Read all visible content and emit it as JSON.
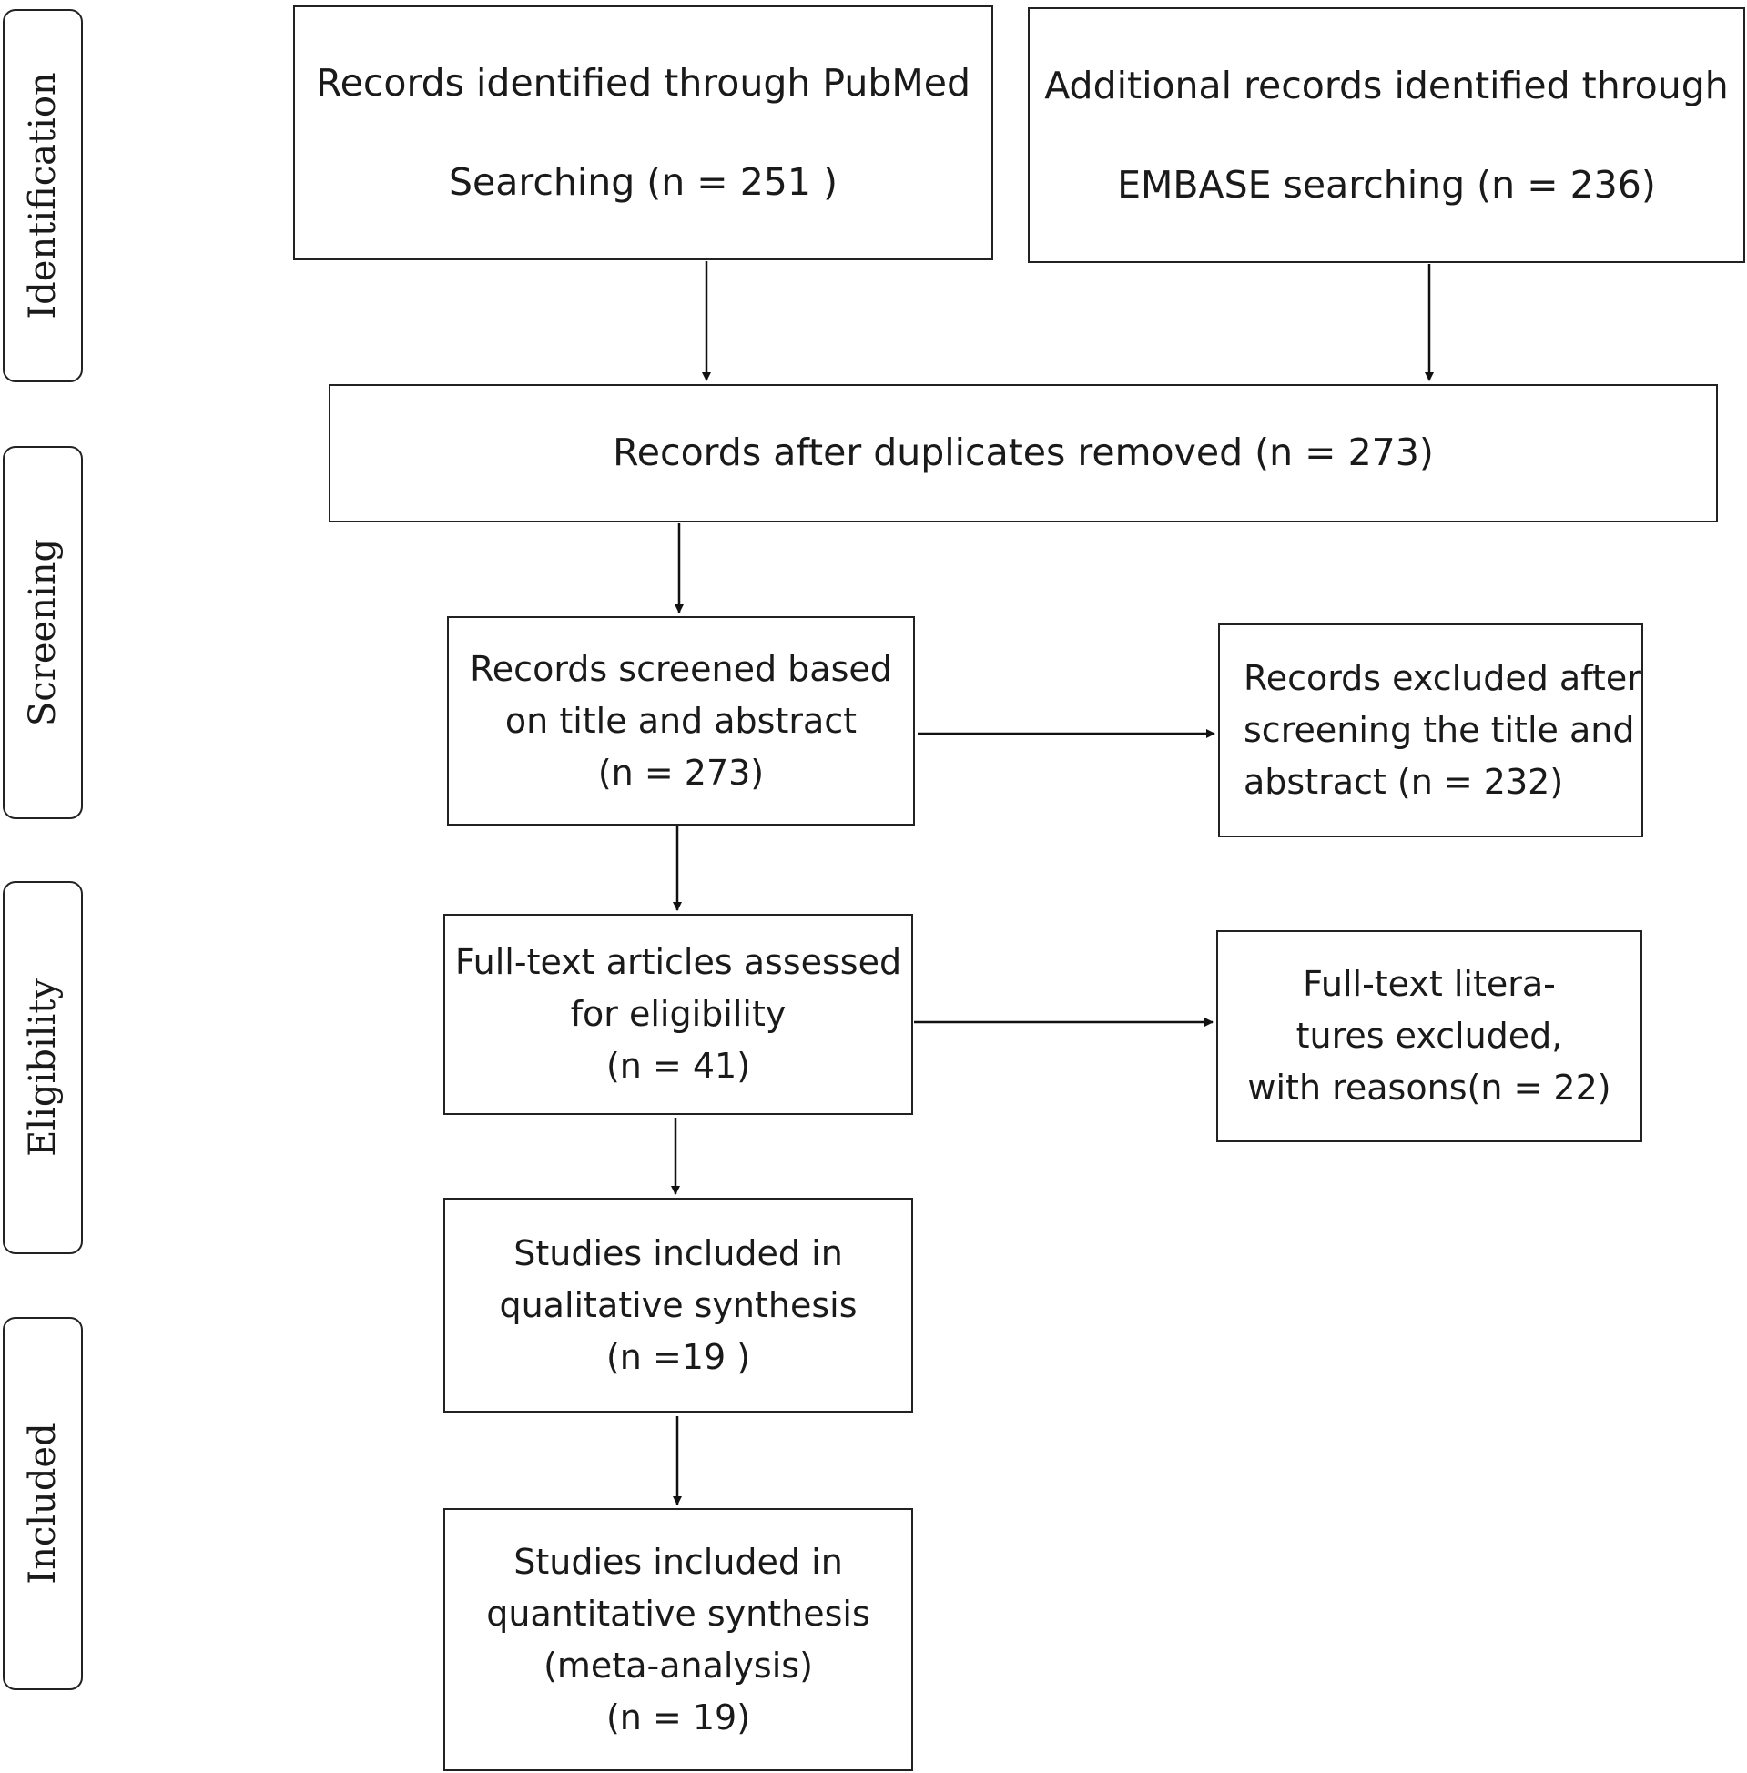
{
  "stages": {
    "identification": "Identification",
    "screening": "Screening",
    "eligibility": "Eligibility",
    "included": "Included"
  },
  "boxes": {
    "pubmed": {
      "line1": "Records identified through PubMed",
      "line2": "Searching (n = 251 )"
    },
    "embase": {
      "line1": "Additional records identified through",
      "line2": "EMBASE searching (n = 236)"
    },
    "duplicates": {
      "line1": "Records after duplicates removed (n = 273)"
    },
    "screened": {
      "line1": "Records screened based",
      "line2": "on title and abstract",
      "line3": "(n = 273)"
    },
    "excluded_screen": {
      "line1": "Records excluded after",
      "line2": "screening the title and",
      "line3": "abstract (n = 232)"
    },
    "fulltext": {
      "line1": "Full-text articles assessed",
      "line2": "for eligibility",
      "line3": "(n = 41)"
    },
    "excluded_fulltext": {
      "line1": "Full-text litera-",
      "line2": "tures excluded,",
      "line3": "with reasons(n = 22)"
    },
    "qualitative": {
      "line1": "Studies included in",
      "line2": "qualitative synthesis",
      "line3": "(n =19 )"
    },
    "quantitative": {
      "line1": "Studies included in",
      "line2": "quantitative synthesis",
      "line3": "(meta-analysis)",
      "line4": "(n = 19)"
    }
  }
}
